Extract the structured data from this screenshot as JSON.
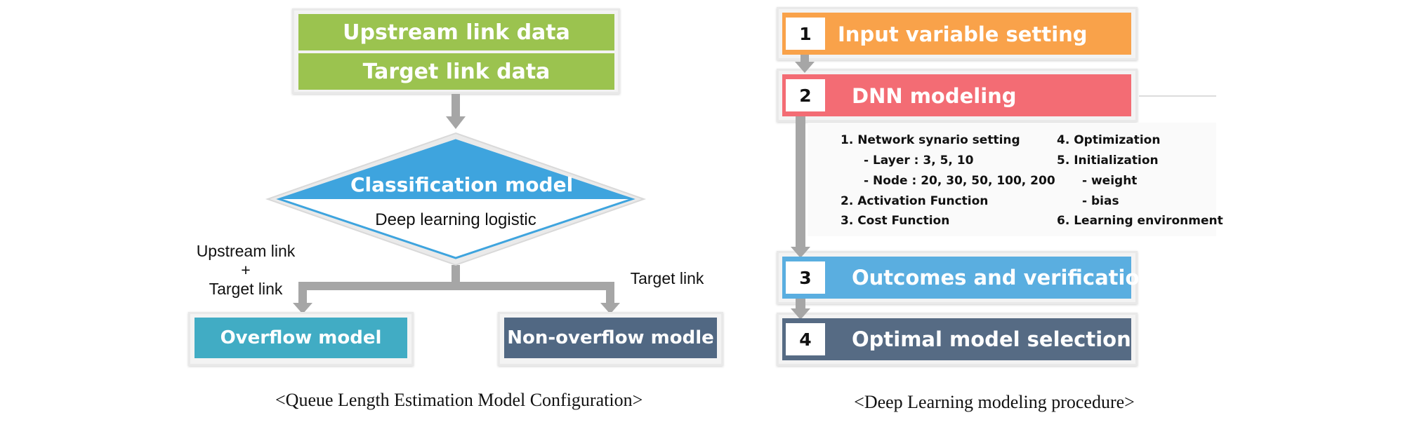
{
  "left_diagram": {
    "input_boxes": [
      "Upstream link data",
      "Target link data"
    ],
    "classification": {
      "title": "Classification model",
      "subtitle": "Deep learning logistic"
    },
    "branch_left_label": [
      "Upstream link",
      "+",
      "Target link"
    ],
    "branch_right_label": "Target link",
    "outputs": {
      "overflow": "Overflow model",
      "non_overflow": "Non-overflow modle"
    },
    "caption": "<Queue Length Estimation Model Configuration>",
    "colors": {
      "input_green": "#9bc34f",
      "classification_blue": "#3ea4de",
      "overflow_teal": "#41acc4",
      "non_overflow_slate": "#516883",
      "arrow_gray": "#a6a6a6"
    }
  },
  "right_diagram": {
    "steps": [
      {
        "number": "1",
        "label": "Input variable setting",
        "color": "#f9a24a"
      },
      {
        "number": "2",
        "label": "DNN modeling",
        "color": "#f36c74"
      },
      {
        "number": "3",
        "label": "Outcomes and verification",
        "color": "#5aaee0"
      },
      {
        "number": "4",
        "label": "Optimal model selection",
        "color": "#566b84"
      }
    ],
    "details_left": [
      "1. Network synario setting",
      "- Layer : 3, 5, 10",
      "- Node : 20, 30, 50, 100, 200",
      "2. Activation Function",
      "3. Cost Function"
    ],
    "details_right": [
      "4. Optimization",
      "5. Initialization",
      "- weight",
      "- bias",
      "6. Learning environment"
    ],
    "caption": "<Deep Learning modeling procedure>"
  }
}
